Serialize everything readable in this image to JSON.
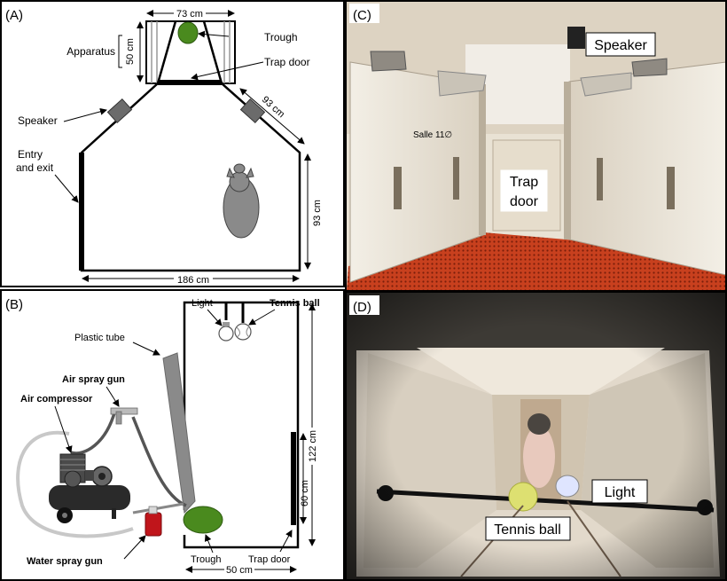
{
  "panels": {
    "a": {
      "letter": "(A)",
      "dim_top": "73 cm",
      "dim_apparatus": "50 cm",
      "dim_diag": "93 cm",
      "dim_right": "93 cm",
      "dim_bottom": "186 cm",
      "label_apparatus": "Apparatus",
      "label_trough": "Trough",
      "label_trapdoor": "Trap door",
      "label_speaker": "Speaker",
      "label_entry_1": "Entry",
      "label_entry_2": "and exit"
    },
    "b": {
      "letter": "(B)",
      "label_light": "Light",
      "label_tennis": "Tennis ball",
      "label_tube": "Plastic tube",
      "label_airgun": "Air spray gun",
      "label_compressor": "Air compressor",
      "label_watergun": "Water spray gun",
      "label_trough": "Trough",
      "label_trapdoor": "Trap door",
      "dim_height": "122 cm",
      "dim_door": "60 cm",
      "dim_width": "50 cm"
    },
    "c": {
      "letter": "(C)",
      "label_speaker": "Speaker",
      "label_trapdoor_1": "Trap",
      "label_trapdoor_2": "door",
      "sign_text": "Salle 11∅"
    },
    "d": {
      "letter": "(D)",
      "label_light": "Light",
      "label_tennis": "Tennis ball"
    }
  },
  "colors": {
    "trough_green": "#4a8a1e",
    "speaker_gray": "#6b6b6b",
    "pig_gray": "#8a8a8a",
    "floor_red": "#c8401e",
    "wall_cream": "#e8e0d2",
    "gun_red": "#c0151b"
  }
}
